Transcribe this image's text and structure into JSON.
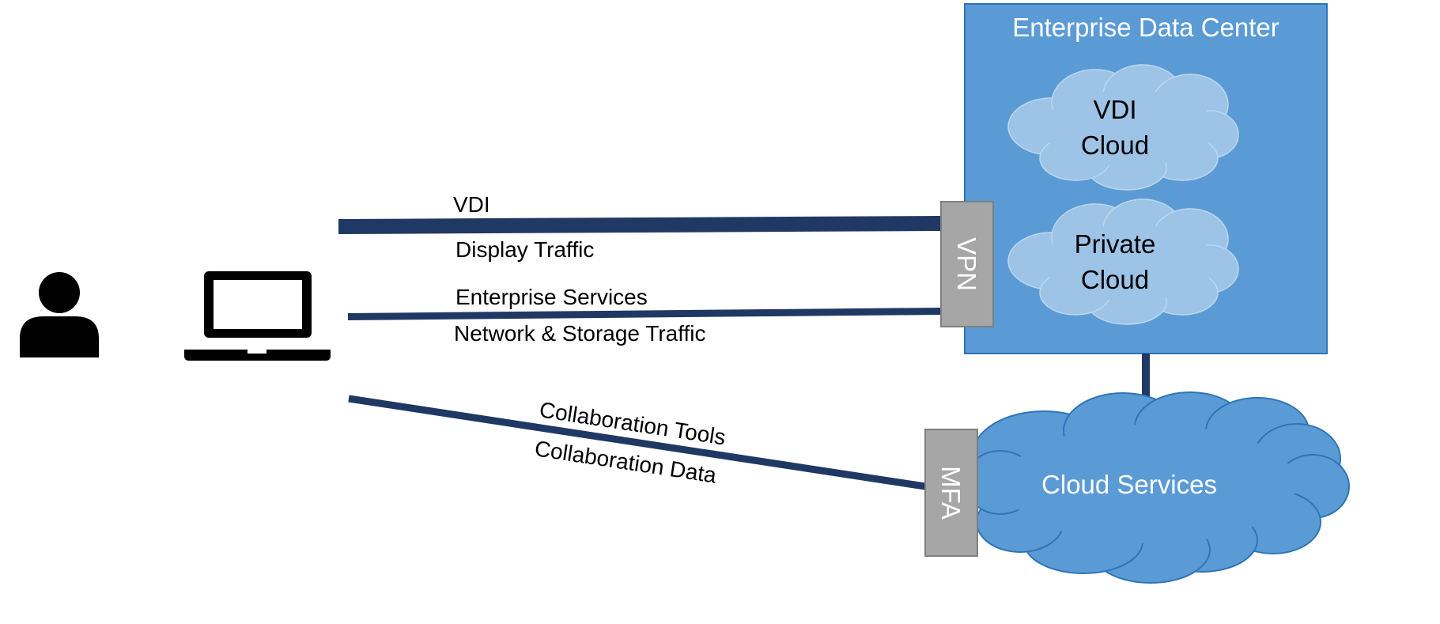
{
  "diagram": {
    "datacenter": {
      "title": "Enterprise Data Center",
      "vdi_cloud_line1": "VDI",
      "vdi_cloud_line2": "Cloud",
      "private_cloud_line1": "Private",
      "private_cloud_line2": "Cloud"
    },
    "vpn_label": "VPN",
    "mfa_label": "MFA",
    "cloud_services_label": "Cloud Services",
    "links": {
      "vdi_top": "VDI",
      "vdi_bottom": "Display Traffic",
      "enterprise_top": "Enterprise Services",
      "enterprise_bottom": "Network & Storage Traffic",
      "collab_top": "Collaboration Tools",
      "collab_bottom": "Collaboration Data"
    },
    "icons": {
      "user": "user-icon",
      "laptop": "laptop-icon"
    },
    "colors": {
      "link_line": "#203864",
      "datacenter_fill": "#5b9bd5",
      "datacenter_border": "#2e75b6",
      "inner_cloud_fill": "#9dc3e6",
      "cloud_services_fill": "#5b9bd5",
      "gateway_fill": "#a6a6a6"
    }
  }
}
